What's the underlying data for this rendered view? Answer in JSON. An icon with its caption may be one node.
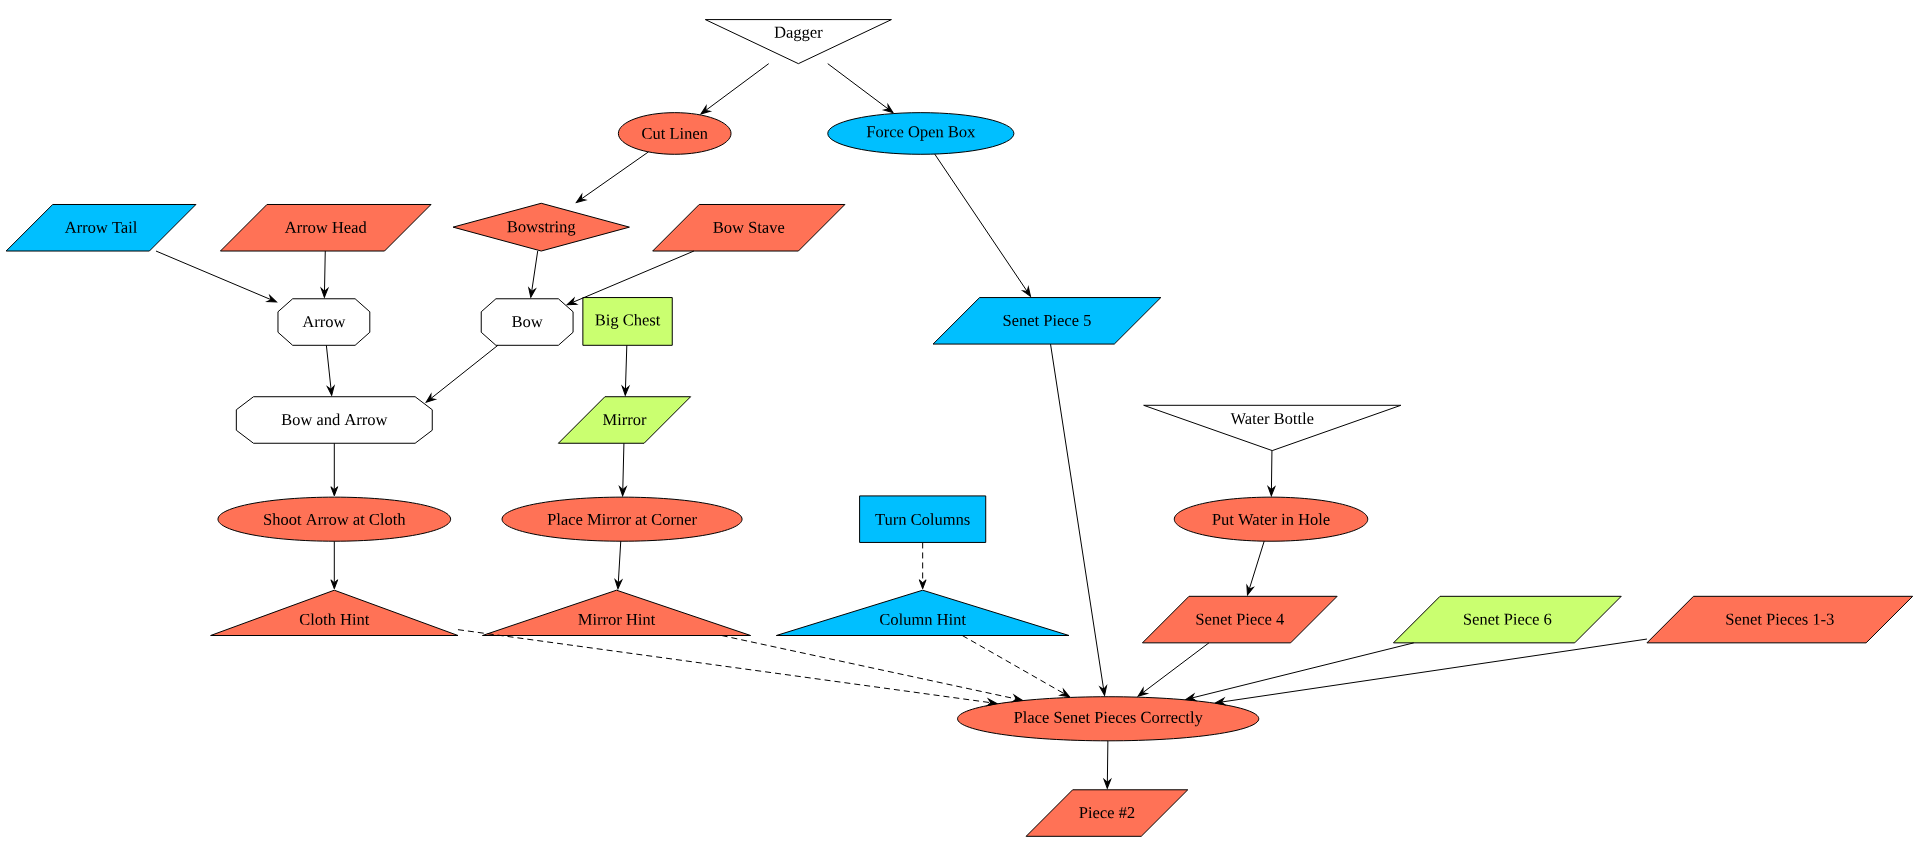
{
  "diagram": {
    "nodes": [
      {
        "text": [
          "Dagger"
        ]
      },
      {
        "text": [
          "Cut Linen"
        ]
      },
      {
        "text": [
          "Force Open Box"
        ]
      },
      {
        "text": [
          "Arrow Tail"
        ]
      },
      {
        "text": [
          "Arrow Head"
        ]
      },
      {
        "text": [
          "Bowstring"
        ]
      },
      {
        "text": [
          "Bow Stave"
        ]
      },
      {
        "text": [
          "Arrow"
        ]
      },
      {
        "text": [
          "Bow"
        ]
      },
      {
        "text": [
          "Big Chest"
        ]
      },
      {
        "text": [
          "Senet Piece 5"
        ]
      },
      {
        "text": [
          "Bow and Arrow"
        ]
      },
      {
        "text": [
          "Mirror"
        ]
      },
      {
        "text": [
          "Water Bottle"
        ]
      },
      {
        "text": [
          "Shoot Arrow at Cloth"
        ]
      },
      {
        "text": [
          "Place Mirror at Corner"
        ]
      },
      {
        "text": [
          "Turn Columns"
        ]
      },
      {
        "text": [
          "Put Water in Hole"
        ]
      },
      {
        "text": [
          "Cloth Hint"
        ]
      },
      {
        "text": [
          "Mirror Hint"
        ]
      },
      {
        "text": [
          "Column Hint"
        ]
      },
      {
        "text": [
          "Senet Piece 4"
        ]
      },
      {
        "text": [
          "Senet Piece 6"
        ]
      },
      {
        "text": [
          "Senet Pieces 1-3"
        ]
      },
      {
        "text": [
          "Place Senet Pieces Correctly"
        ]
      },
      {
        "text": [
          "Piece #2"
        ]
      }
    ],
    "edges": [
      {
        "from": 0,
        "to": 1,
        "arrow": "to"
      },
      {
        "from": 0,
        "to": 2,
        "arrow": "to"
      },
      {
        "from": 1,
        "to": 5,
        "arrow": "to"
      },
      {
        "from": 2,
        "to": 10,
        "arrow": "to"
      },
      {
        "from": 3,
        "to": 7,
        "arrow": "to"
      },
      {
        "from": 4,
        "to": 7,
        "arrow": "to"
      },
      {
        "from": 5,
        "to": 8,
        "arrow": "to"
      },
      {
        "from": 6,
        "to": 8,
        "arrow": "to"
      },
      {
        "from": 7,
        "to": 11,
        "arrow": "to"
      },
      {
        "from": 8,
        "to": 11,
        "arrow": "to"
      },
      {
        "from": 9,
        "to": 12,
        "arrow": "to"
      },
      {
        "from": 11,
        "to": 14,
        "arrow": "to"
      },
      {
        "from": 12,
        "to": 15,
        "arrow": "to"
      },
      {
        "from": 13,
        "to": 17,
        "arrow": "to"
      },
      {
        "from": 16,
        "to": 20,
        "arrow": "to",
        "style": "dashed"
      },
      {
        "from": 14,
        "to": 18,
        "arrow": "to"
      },
      {
        "from": 15,
        "to": 19,
        "arrow": "to"
      },
      {
        "from": 17,
        "to": 21,
        "arrow": "to"
      },
      {
        "from": 18,
        "to": 24,
        "arrow": "to",
        "style": "dashed"
      },
      {
        "from": 19,
        "to": 24,
        "arrow": "to",
        "style": "dashed"
      },
      {
        "from": 20,
        "to": 24,
        "arrow": "to",
        "style": "dashed"
      },
      {
        "from": 10,
        "to": 24,
        "arrow": "to"
      },
      {
        "from": 21,
        "to": 24,
        "arrow": "to"
      },
      {
        "from": 22,
        "to": 24,
        "arrow": "to"
      },
      {
        "from": 23,
        "to": 24,
        "arrow": "to"
      },
      {
        "from": 24,
        "to": 25,
        "arrow": "to"
      }
    ]
  }
}
